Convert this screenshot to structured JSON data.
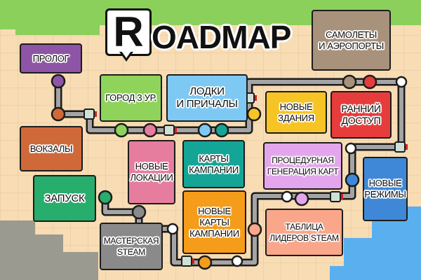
{
  "logo": {
    "letter": "R",
    "rest": "OADMAP"
  },
  "milestones": [
    {
      "id": "prologue",
      "label": "ПРОЛОГ",
      "color": "#8e55a6"
    },
    {
      "id": "stations",
      "label": "ВОКЗАЛЫ",
      "color": "#d0693a"
    },
    {
      "id": "city3",
      "label": "ГОРОД 3 УР.",
      "color": "#8fd35a"
    },
    {
      "id": "boats",
      "label": "ЛОДКИ\nИ ПРИЧАЛЫ",
      "color": "#7ec9f4"
    },
    {
      "id": "new-locations",
      "label": "НОВЫЕ\nЛОКАЦИИ",
      "color": "#e67c9e"
    },
    {
      "id": "campaign-maps",
      "label": "КАРТЫ\nКАМПАНИИ",
      "color": "#14a596"
    },
    {
      "id": "launch",
      "label": "ЗАПУСК",
      "color": "#27ad6c"
    },
    {
      "id": "steam-workshop",
      "label": "МАСТЕРСКАЯ\nSTEAM",
      "color": "#8a8a8a"
    },
    {
      "id": "new-campaign-maps",
      "label": "НОВЫЕ\nКАРТЫ\nКАМПАНИИ",
      "color": "#f59c1a"
    },
    {
      "id": "planes",
      "label": "САМОЛЕТЫ\nИ АЭРОПОРТЫ",
      "color": "#a8927c"
    },
    {
      "id": "new-buildings",
      "label": "НОВЫЕ\nЗДАНИЯ",
      "color": "#f7c425"
    },
    {
      "id": "early-access",
      "label": "РАННИЙ\nДОСТУП",
      "color": "#e63c3c"
    },
    {
      "id": "procgen",
      "label": "ПРОЦЕДУРНАЯ\nГЕНЕРАЦИЯ КАРТ",
      "color": "#e3a6ec"
    },
    {
      "id": "new-modes",
      "label": "НОВЫЕ\nРЕЖИМЫ",
      "color": "#3f88d8"
    },
    {
      "id": "leaderboards",
      "label": "ТАБЛИЦА\nЛИДЕРОВ STEAM",
      "color": "#f9a68a"
    }
  ]
}
